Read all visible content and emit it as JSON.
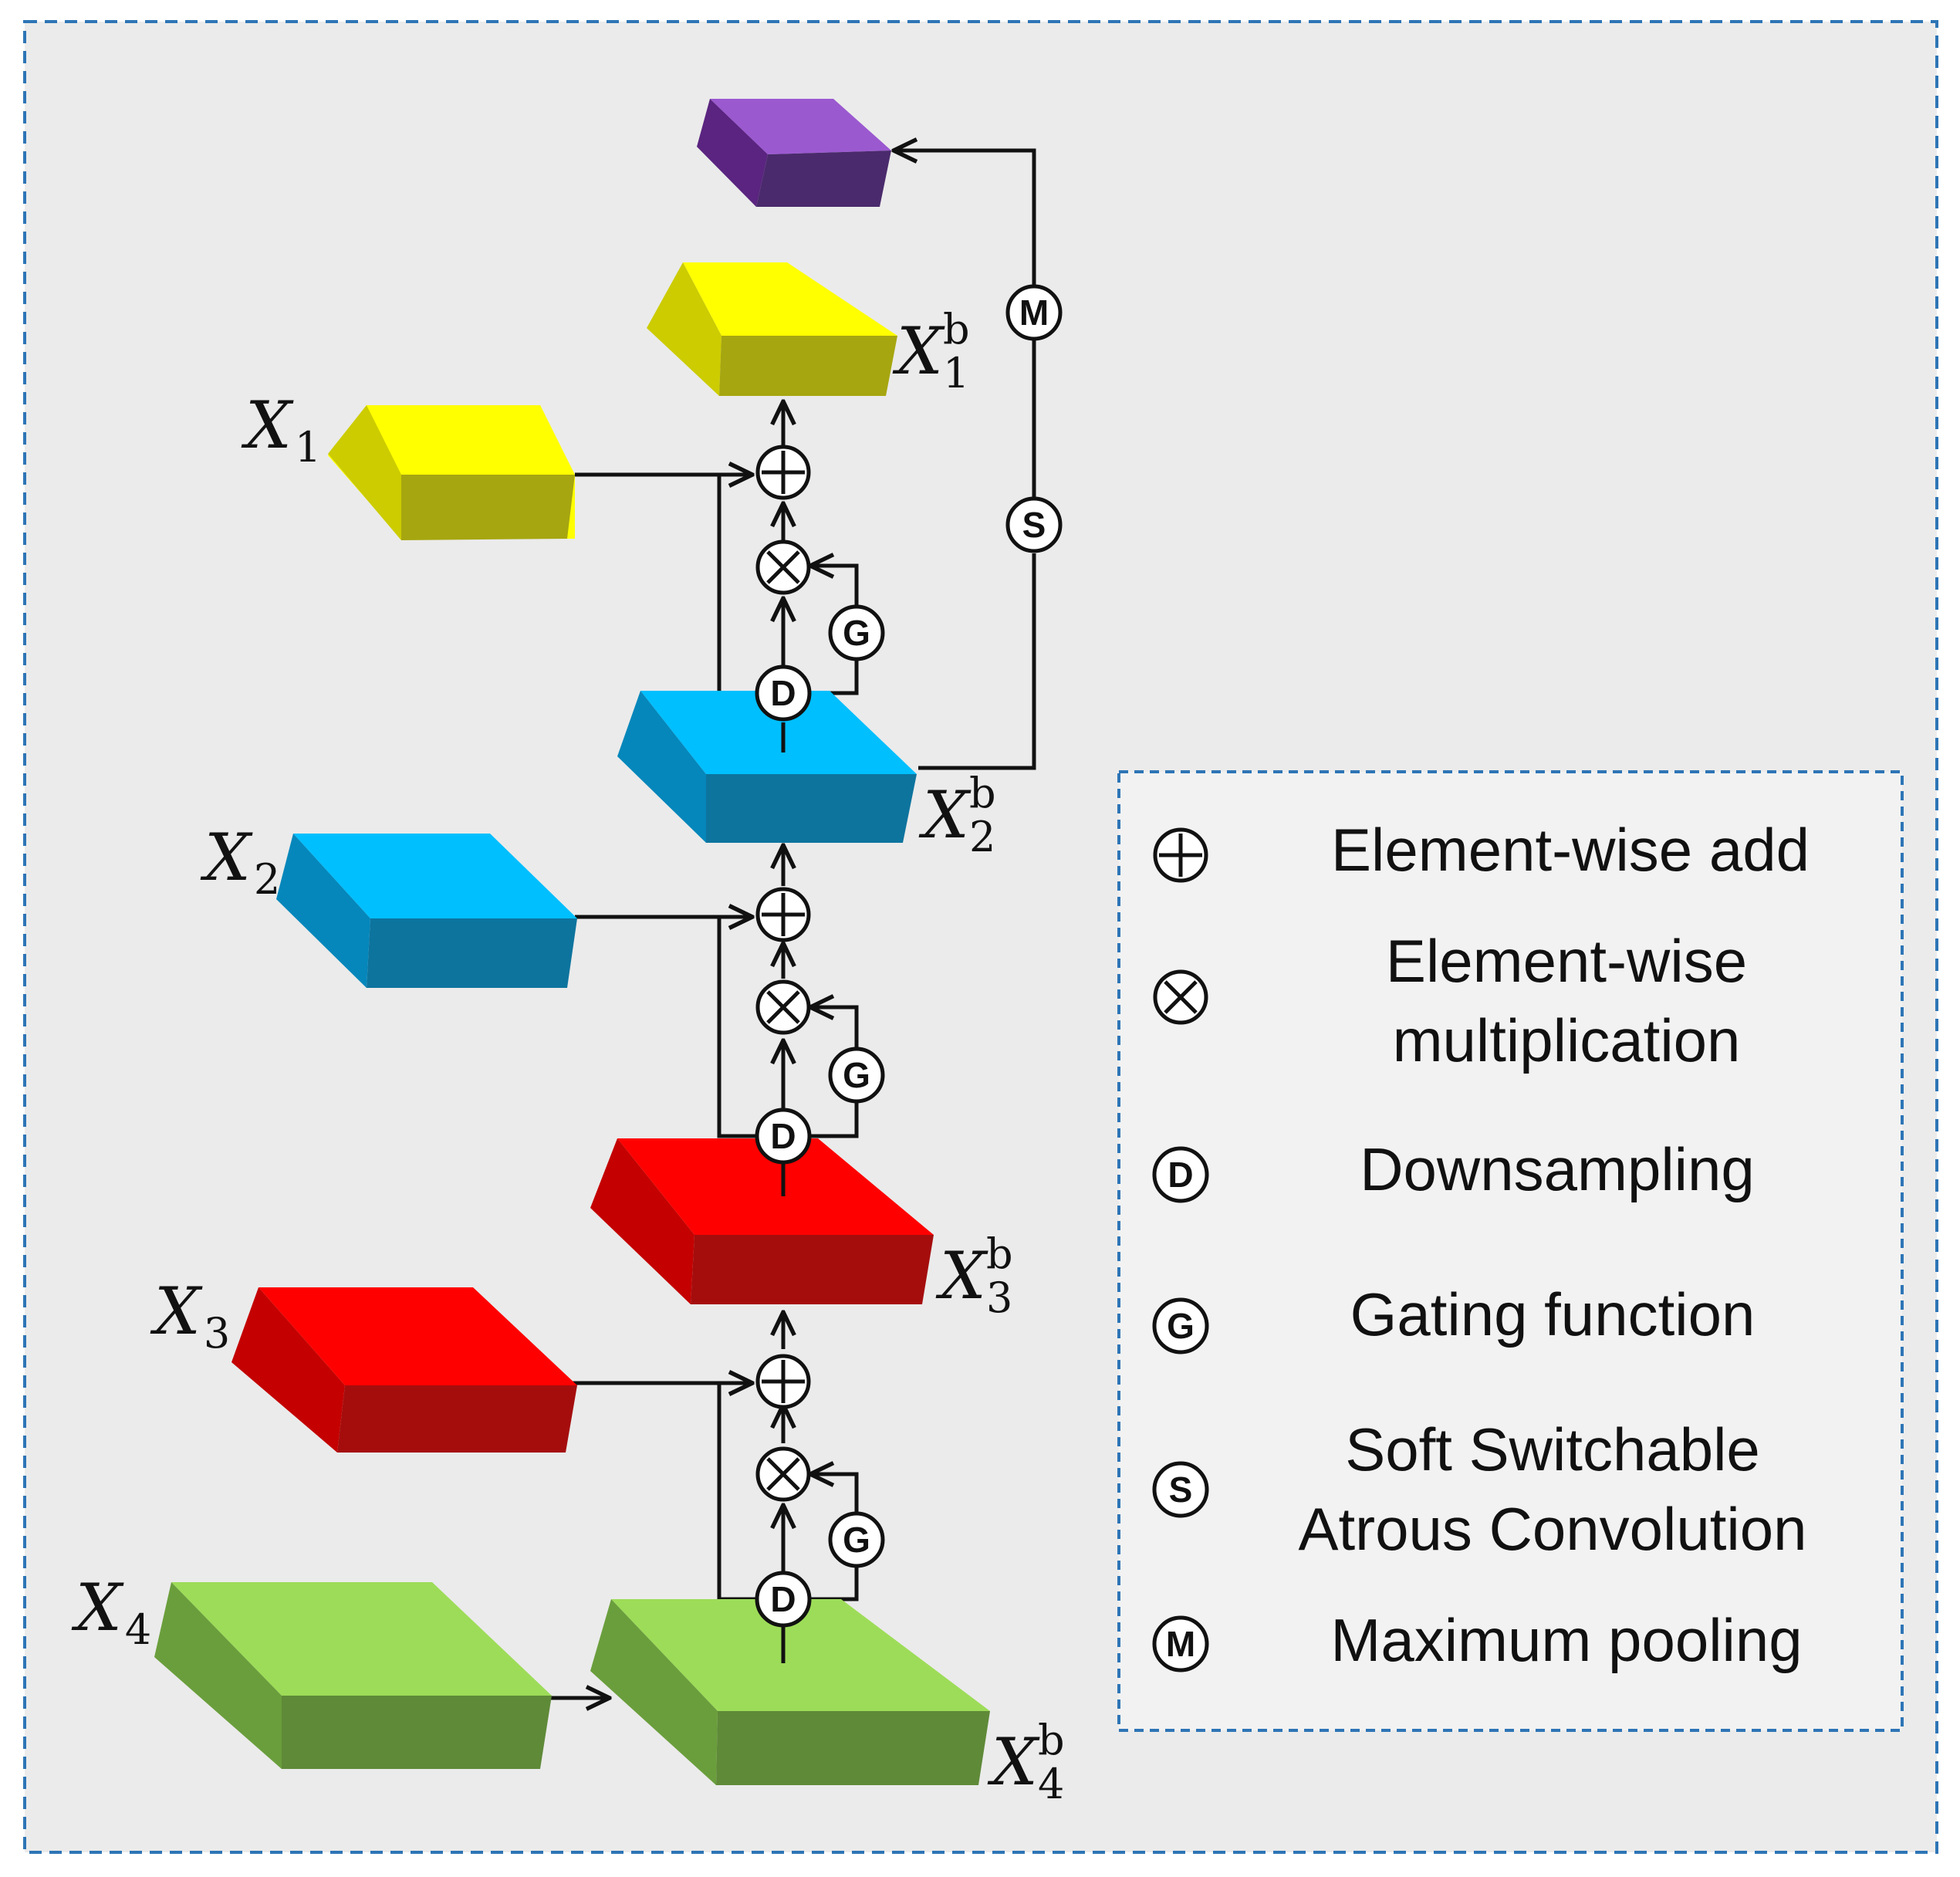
{
  "features": {
    "x1": {
      "base": "X",
      "sub": "1",
      "sup": ""
    },
    "x2": {
      "base": "X",
      "sub": "2",
      "sup": ""
    },
    "x3": {
      "base": "X",
      "sub": "3",
      "sup": ""
    },
    "x4": {
      "base": "X",
      "sub": "4",
      "sup": ""
    },
    "x1b": {
      "base": "X",
      "sub": "1",
      "sup": "b"
    },
    "x2b": {
      "base": "X",
      "sub": "2",
      "sup": "b"
    },
    "x3b": {
      "base": "X",
      "sub": "3",
      "sup": "b"
    },
    "x4b": {
      "base": "X",
      "sub": "4",
      "sup": "b"
    }
  },
  "operators": {
    "downsample": "D",
    "gating": "G",
    "switchable_conv": "S",
    "max_pool": "M"
  },
  "legend": {
    "add": [
      "Element-wise add"
    ],
    "multiply": [
      "Element-wise",
      "multiplication"
    ],
    "downsample": [
      "Downsampling"
    ],
    "gating": [
      "Gating function"
    ],
    "switchable_conv": [
      "Soft Switchable",
      "Atrous Convolution"
    ],
    "max_pool": [
      "Maximum pooling"
    ]
  },
  "colors": {
    "yellow": "#ffff00",
    "blue": "#00bfff",
    "red": "#ff0000",
    "green": "#92d050",
    "purple": "#9b59d0",
    "frame_border": "#2e75b6",
    "panel_bg": "#ebebeb",
    "legend_bg": "#f2f2f2"
  }
}
